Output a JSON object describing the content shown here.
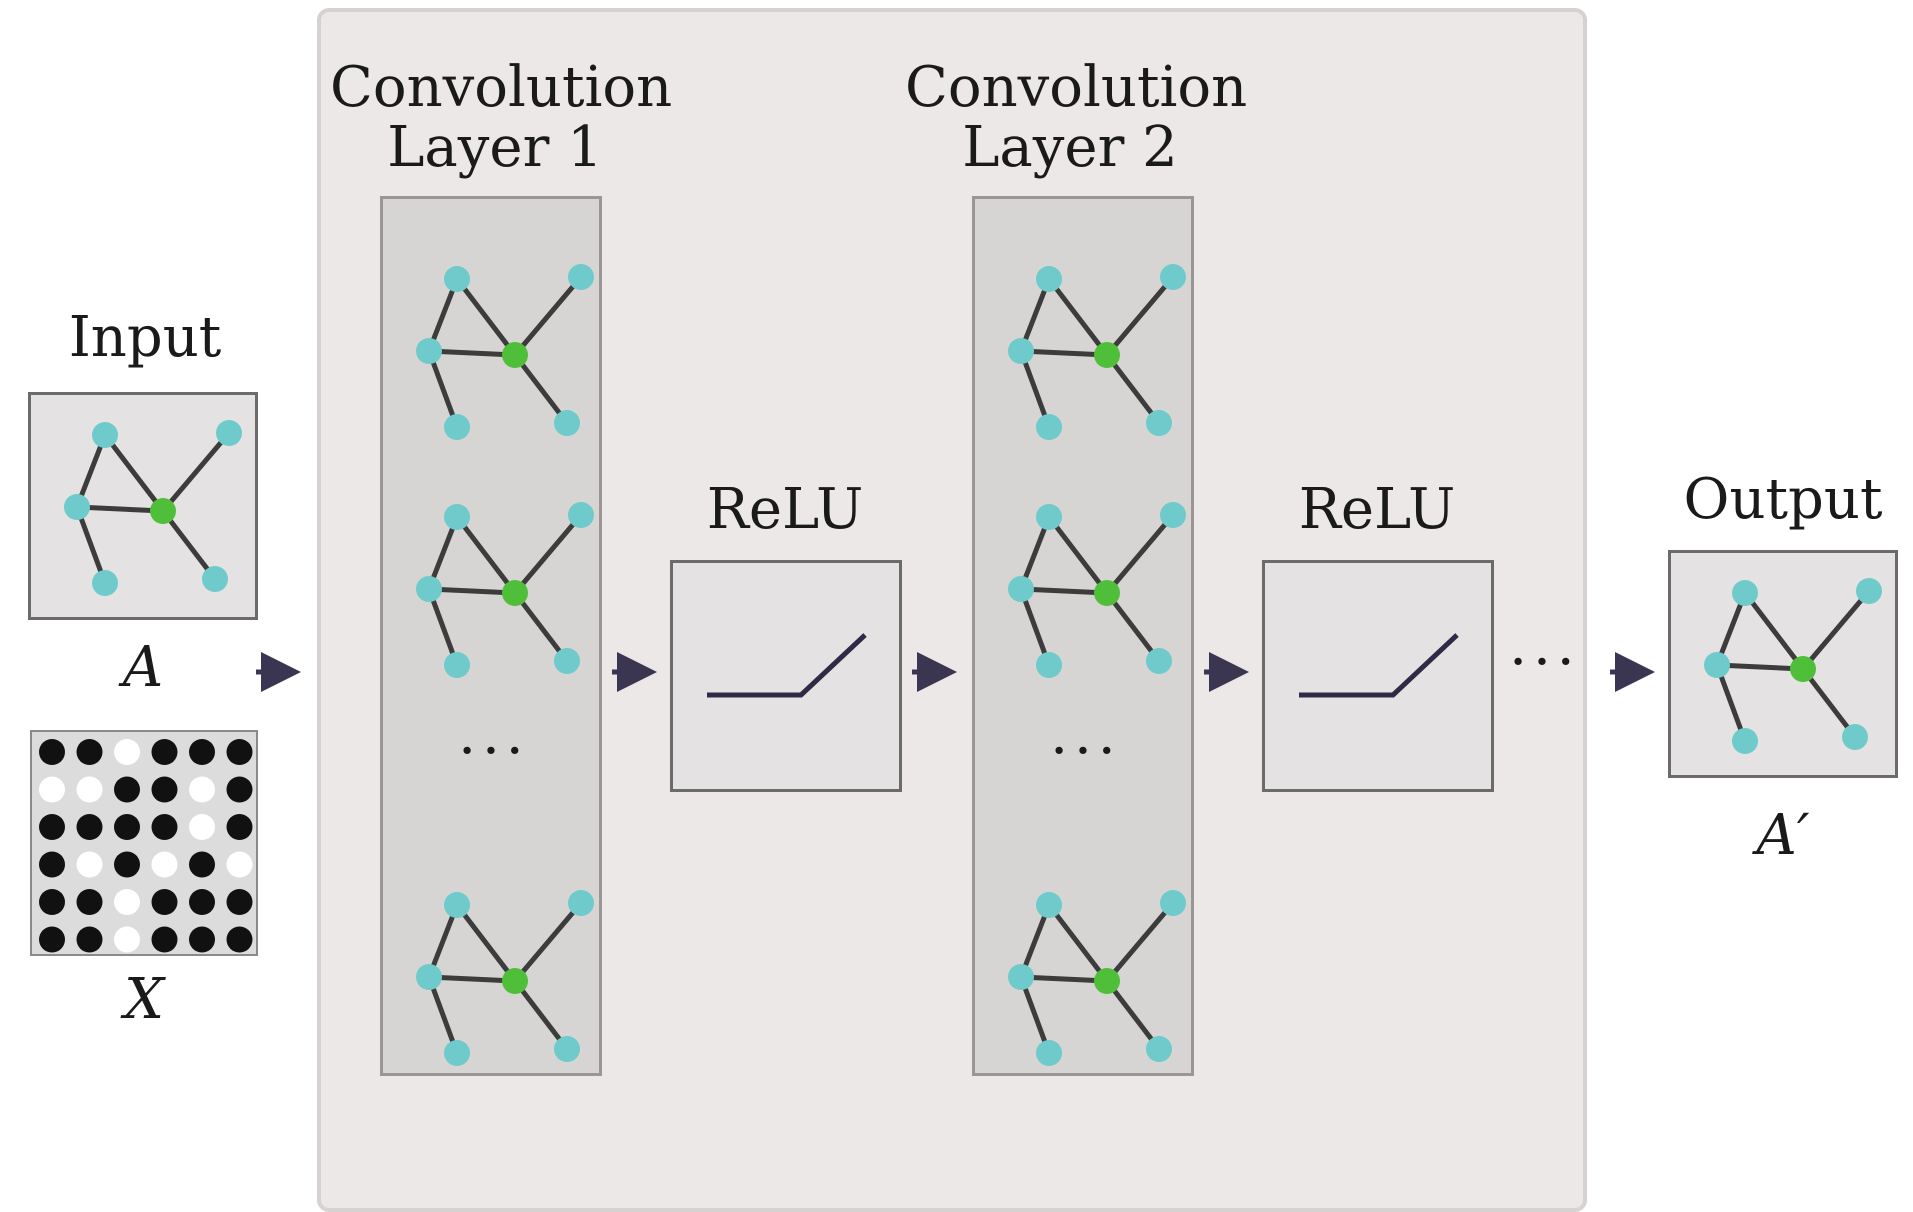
{
  "labels": {
    "input": "Input",
    "conv1_line1": "Convolution",
    "conv1_line2": "Layer 1",
    "conv2_line1": "Convolution",
    "conv2_line2": "Layer 2",
    "relu1": "ReLU",
    "relu2": "ReLU",
    "output": "Output",
    "adjacency": "A",
    "features": "X",
    "output_adjacency": "A′"
  },
  "ellipsis": {
    "conv1": "···",
    "conv2": "···",
    "after_relu2": "···"
  },
  "colors": {
    "panel": "#ece8e8",
    "column": "#d7d4d4",
    "edge": "#3c3c3c",
    "node": "#6fcacb",
    "center_node": "#4fbf3a",
    "arrow": "#3a3550",
    "matrix_black": "#111111",
    "matrix_white": "#ffffff"
  },
  "feature_matrix": [
    [
      1,
      1,
      0,
      1,
      1,
      1
    ],
    [
      0,
      0,
      1,
      1,
      0,
      1
    ],
    [
      1,
      1,
      1,
      1,
      0,
      1
    ],
    [
      1,
      0,
      1,
      0,
      1,
      0
    ],
    [
      1,
      1,
      0,
      1,
      1,
      1
    ],
    [
      1,
      1,
      0,
      1,
      1,
      1
    ]
  ]
}
